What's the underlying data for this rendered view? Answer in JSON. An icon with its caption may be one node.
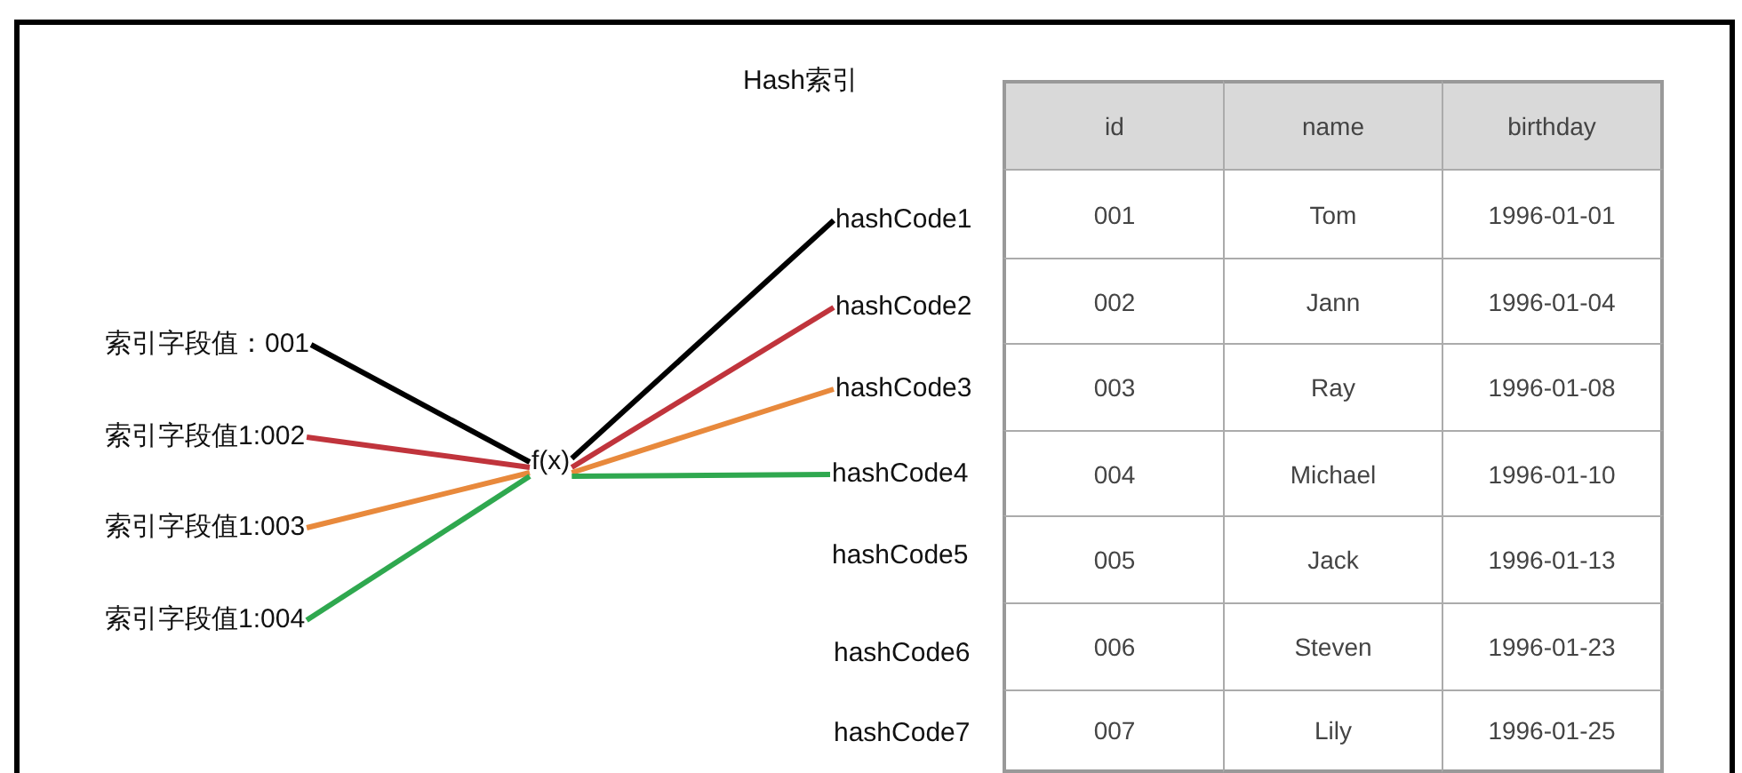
{
  "diagram": {
    "title": "Hash索引",
    "nodes": [
      {
        "text": [
          "索引字段值：001"
        ]
      },
      {
        "text": [
          "索引字段值1:002"
        ]
      },
      {
        "text": [
          "索引字段值1:003"
        ]
      },
      {
        "text": [
          "索引字段值1:004"
        ]
      },
      {
        "text": [
          "f(x)"
        ]
      },
      {
        "text": [
          "hashCode1"
        ]
      },
      {
        "text": [
          "hashCode2"
        ]
      },
      {
        "text": [
          "hashCode3"
        ]
      },
      {
        "text": [
          "hashCode4"
        ]
      }
    ],
    "edges": [
      {
        "from": 0,
        "to": 4,
        "arrow": "none",
        "color": "#000000"
      },
      {
        "from": 1,
        "to": 4,
        "arrow": "none",
        "color": "#c0343c"
      },
      {
        "from": 2,
        "to": 4,
        "arrow": "none",
        "color": "#e8893c"
      },
      {
        "from": 3,
        "to": 4,
        "arrow": "none",
        "color": "#2fa84f"
      },
      {
        "from": 4,
        "to": 5,
        "arrow": "none",
        "color": "#000000"
      },
      {
        "from": 4,
        "to": 6,
        "arrow": "none",
        "color": "#c0343c"
      },
      {
        "from": 4,
        "to": 7,
        "arrow": "none",
        "color": "#e8893c"
      },
      {
        "from": 4,
        "to": 8,
        "arrow": "none",
        "color": "#2fa84f"
      }
    ],
    "labels": [
      "hashCode5",
      "hashCode6",
      "hashCode7",
      "id",
      "name",
      "birthday",
      "001",
      "Tom",
      "1996-01-01",
      "002",
      "Jann",
      "1996-01-04",
      "003",
      "Ray",
      "1996-01-08",
      "004",
      "Michael",
      "1996-01-10",
      "005",
      "Jack",
      "1996-01-13",
      "006",
      "Steven",
      "1996-01-23",
      "007",
      "Lily",
      "1996-01-25"
    ]
  }
}
